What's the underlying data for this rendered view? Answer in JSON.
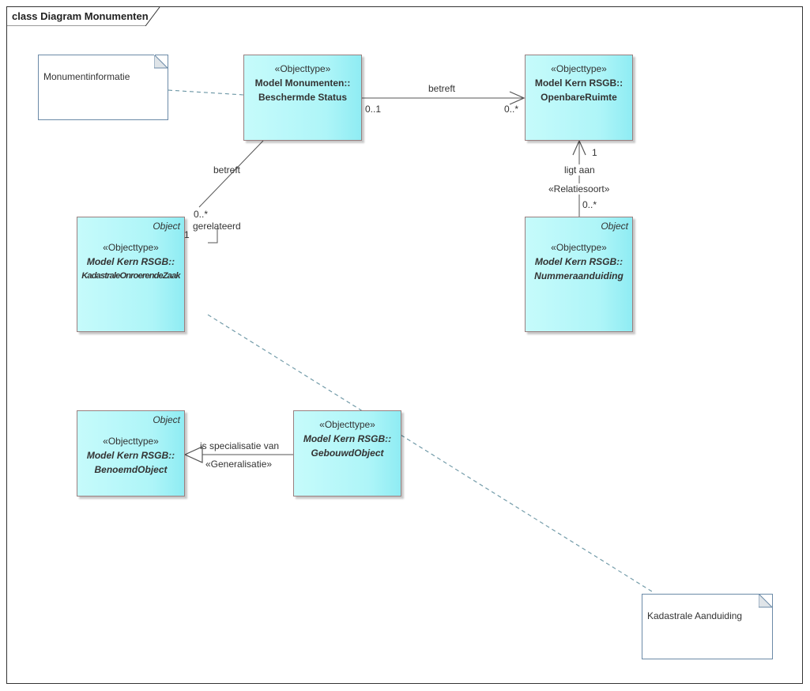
{
  "diagram": {
    "title": "class Diagram Monumenten"
  },
  "classes": {
    "beschermde_status": {
      "stereotype": "«Objecttype»",
      "name_line1": "Model Monumenten::",
      "name_line2": "Beschermde Status"
    },
    "openbare_ruimte": {
      "stereotype": "«Objecttype»",
      "name_line1": "Model Kern RSGB::",
      "name_line2": "OpenbareRuimte"
    },
    "kadastrale": {
      "keyword": "Object",
      "stereotype": "«Objecttype»",
      "name_line1": "Model Kern RSGB::",
      "name_line2": "KadastraleOnroerendeZaak"
    },
    "nummeraanduiding": {
      "keyword": "Object",
      "stereotype": "«Objecttype»",
      "name_line1": "Model Kern RSGB::",
      "name_line2": "Nummeraanduiding"
    },
    "benoemd_object": {
      "keyword": "Object",
      "stereotype": "«Objecttype»",
      "name_line1": "Model Kern RSGB::",
      "name_line2": "BenoemdObject"
    },
    "gebouwd_object": {
      "stereotype": "«Objecttype»",
      "name_line1": "Model Kern RSGB::",
      "name_line2": "GebouwdObject"
    }
  },
  "notes": {
    "monumentinformatie": "Monumentinformatie",
    "kadastrale_aanduiding": "Kadastrale Aanduiding"
  },
  "connectors": {
    "status_to_ruimte": {
      "label": "betreft",
      "source_mult": "0..1",
      "target_mult": "0..*"
    },
    "status_to_kadastrale": {
      "label": "betreft",
      "target_mult": "0..*",
      "self_label": "gerelateerd",
      "self_mult": "1"
    },
    "nummer_to_ruimte": {
      "label": "ligt aan",
      "stereotype": "«Relatiesoort»",
      "target_mult": "1",
      "source_mult": "0..*"
    },
    "generalisation": {
      "label": "is specialisatie van",
      "stereotype": "«Generalisatie»"
    }
  },
  "colors": {
    "class_fill": "#aef5f8",
    "class_border": "#9a7f7f",
    "note_border": "#6b8aa7",
    "line": "#555555",
    "note_link": "#5a8a9a"
  }
}
